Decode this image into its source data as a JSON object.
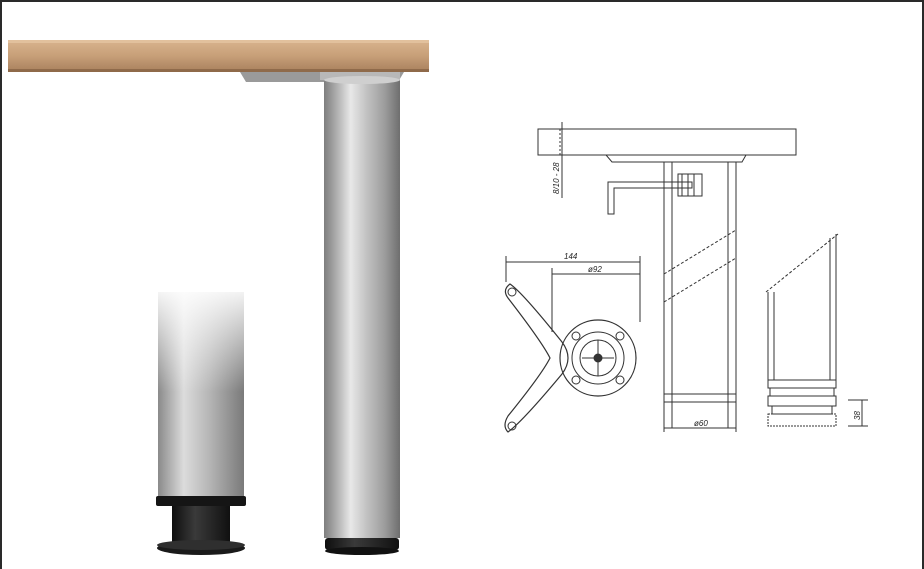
{
  "drawing": {
    "dims": {
      "top_thickness": "8/10 - 28",
      "plate_width": "144",
      "bolt_circle": "ø92",
      "tube_diameter": "ø60",
      "foot_height": "38"
    }
  },
  "colors": {
    "wood_top": "#c9a27a",
    "steel_light": "#e6e6e6",
    "steel_dark": "#8a8a8a",
    "foot_black": "#1c1c1c",
    "line": "#333333"
  }
}
